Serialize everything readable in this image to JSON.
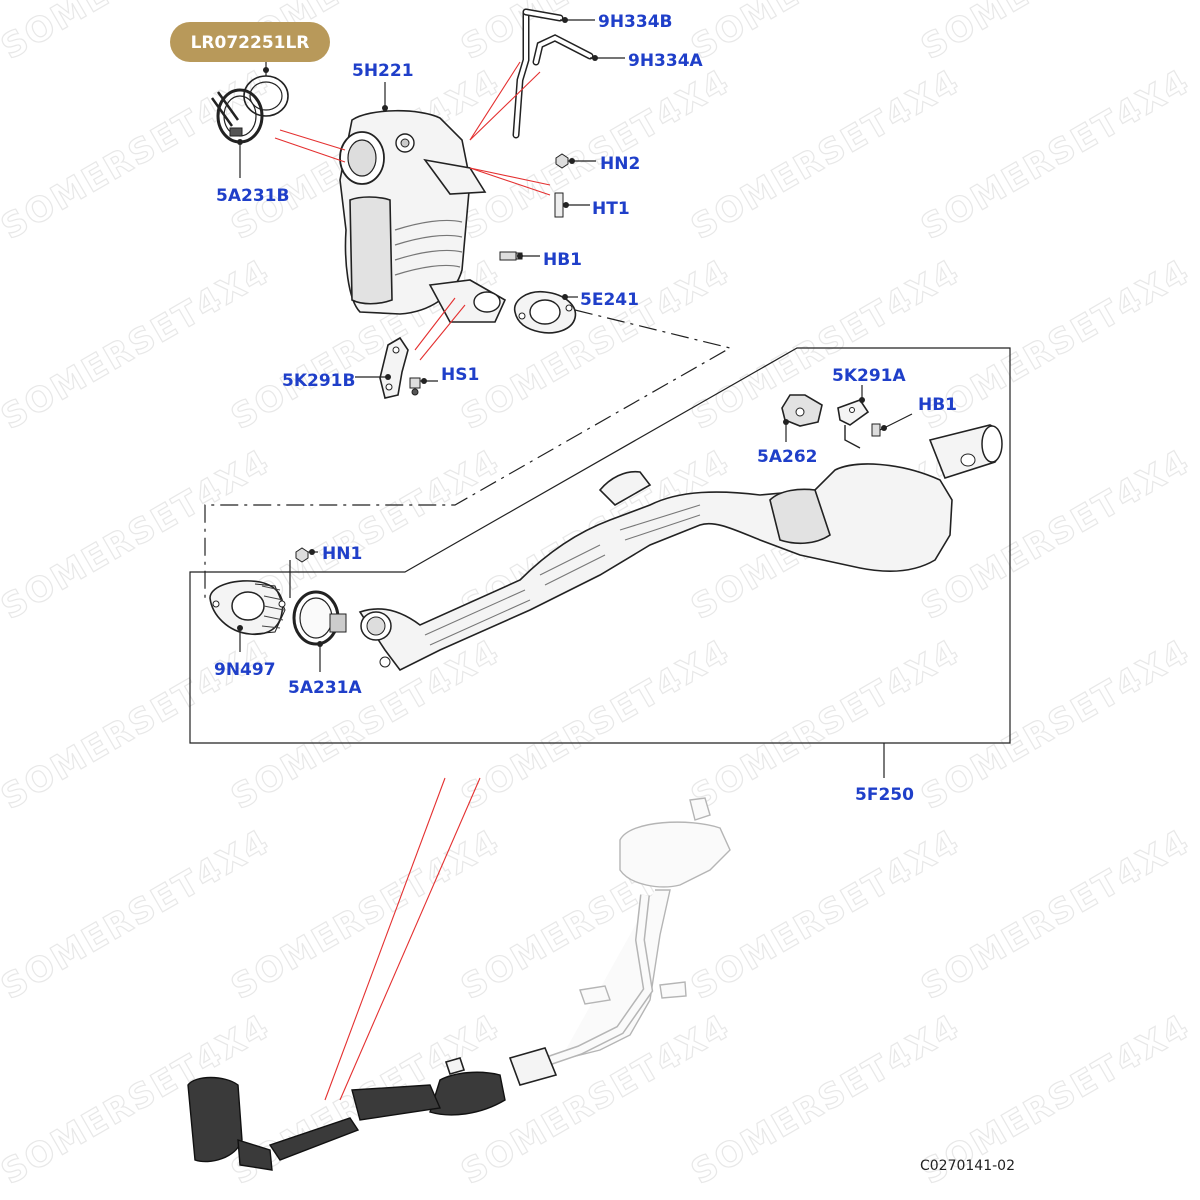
{
  "badge": {
    "part_number": "LR072251LR",
    "color": "#b8995a"
  },
  "watermark": "SOMERSET4X4",
  "callouts": {
    "c_9H334B": "9H334B",
    "c_9H334A": "9H334A",
    "c_5H221": "5H221",
    "c_HN2": "HN2",
    "c_HT1": "HT1",
    "c_5A231B": "5A231B",
    "c_HB1_top": "HB1",
    "c_5E241": "5E241",
    "c_5K291B": "5K291B",
    "c_HS1": "HS1",
    "c_5K291A": "5K291A",
    "c_HB1_right": "HB1",
    "c_5A262": "5A262",
    "c_HN1": "HN1",
    "c_9N497": "9N497",
    "c_5A231A": "5A231A",
    "c_5F250": "5F250"
  },
  "diagram_code": "C0270141-02",
  "colors": {
    "callout": "#1f3fc9",
    "leader_red": "#e43030"
  }
}
